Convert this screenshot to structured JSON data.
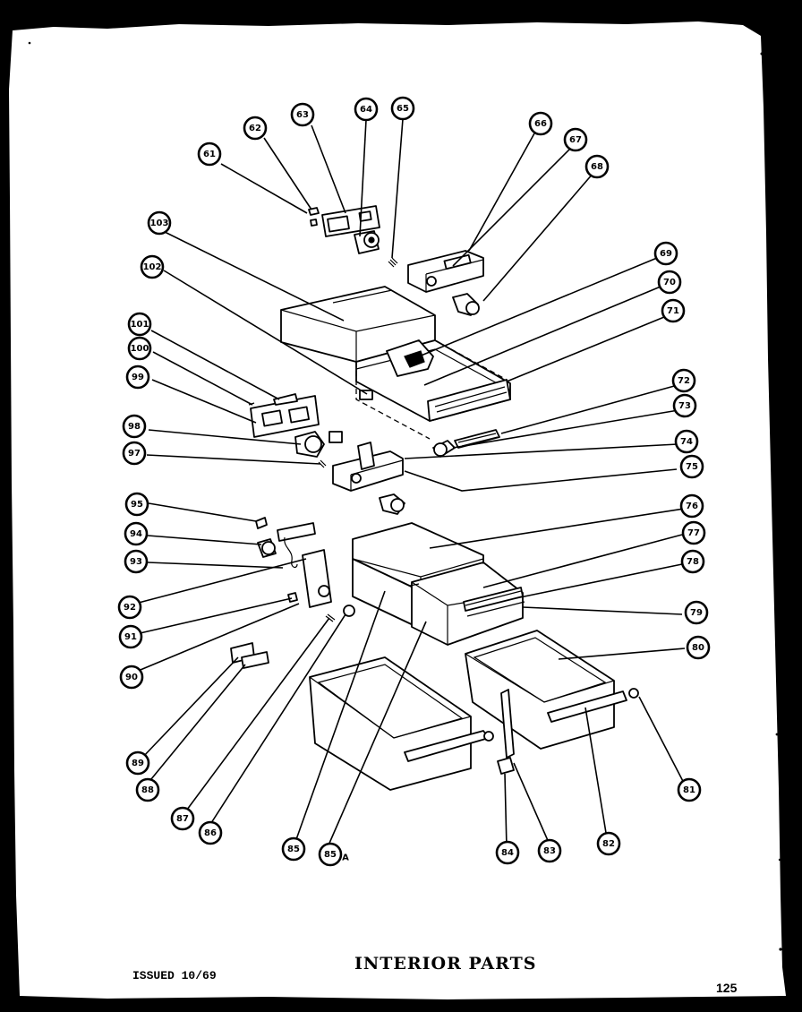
{
  "title": "INTERIOR PARTS",
  "issued": "ISSUED 10/69",
  "page_number": "125",
  "callouts": [
    {
      "label": "61",
      "suffix": ""
    },
    {
      "label": "62",
      "suffix": ""
    },
    {
      "label": "63",
      "suffix": ""
    },
    {
      "label": "64",
      "suffix": ""
    },
    {
      "label": "65",
      "suffix": ""
    },
    {
      "label": "66",
      "suffix": ""
    },
    {
      "label": "67",
      "suffix": ""
    },
    {
      "label": "68",
      "suffix": ""
    },
    {
      "label": "69",
      "suffix": ""
    },
    {
      "label": "70",
      "suffix": ""
    },
    {
      "label": "71",
      "suffix": ""
    },
    {
      "label": "72",
      "suffix": ""
    },
    {
      "label": "73",
      "suffix": ""
    },
    {
      "label": "74",
      "suffix": ""
    },
    {
      "label": "75",
      "suffix": ""
    },
    {
      "label": "76",
      "suffix": ""
    },
    {
      "label": "77",
      "suffix": ""
    },
    {
      "label": "78",
      "suffix": ""
    },
    {
      "label": "79",
      "suffix": ""
    },
    {
      "label": "80",
      "suffix": ""
    },
    {
      "label": "81",
      "suffix": ""
    },
    {
      "label": "82",
      "suffix": ""
    },
    {
      "label": "83",
      "suffix": ""
    },
    {
      "label": "84",
      "suffix": ""
    },
    {
      "label": "85",
      "suffix": "A"
    },
    {
      "label": "85",
      "suffix": ""
    },
    {
      "label": "86",
      "suffix": ""
    },
    {
      "label": "87",
      "suffix": ""
    },
    {
      "label": "88",
      "suffix": ""
    },
    {
      "label": "89",
      "suffix": ""
    },
    {
      "label": "90",
      "suffix": ""
    },
    {
      "label": "91",
      "suffix": ""
    },
    {
      "label": "92",
      "suffix": ""
    },
    {
      "label": "93",
      "suffix": ""
    },
    {
      "label": "94",
      "suffix": ""
    },
    {
      "label": "95",
      "suffix": ""
    },
    {
      "label": "97",
      "suffix": ""
    },
    {
      "label": "98",
      "suffix": ""
    },
    {
      "label": "99",
      "suffix": ""
    },
    {
      "label": "100",
      "suffix": ""
    },
    {
      "label": "101",
      "suffix": ""
    },
    {
      "label": "102",
      "suffix": ""
    },
    {
      "label": "103",
      "suffix": ""
    },
    {
      "label": "81",
      "suffix": ""
    }
  ]
}
